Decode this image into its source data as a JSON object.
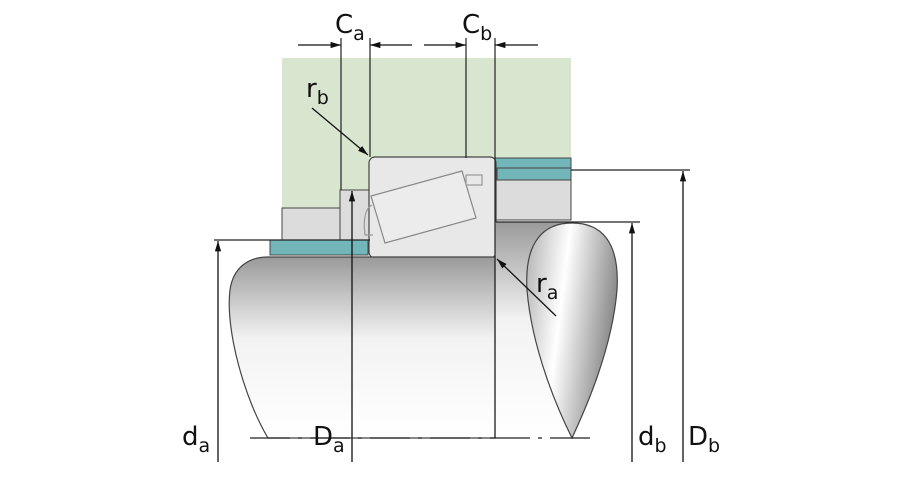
{
  "labels": {
    "Ca": {
      "main": "C",
      "sub": "a"
    },
    "Cb": {
      "main": "C",
      "sub": "b"
    },
    "rb": {
      "main": "r",
      "sub": "b"
    },
    "ra": {
      "main": "r",
      "sub": "a"
    },
    "da": {
      "main": "d",
      "sub": "a"
    },
    "Da": {
      "main": "D",
      "sub": "a"
    },
    "db": {
      "main": "d",
      "sub": "b"
    },
    "Db": {
      "main": "D",
      "sub": "b"
    }
  },
  "colors": {
    "housing": "#d9e6cf",
    "shim": "#72b6ba",
    "ring": "#e8e8e8",
    "spacer": "#dcdcdc",
    "line": "#222222"
  }
}
